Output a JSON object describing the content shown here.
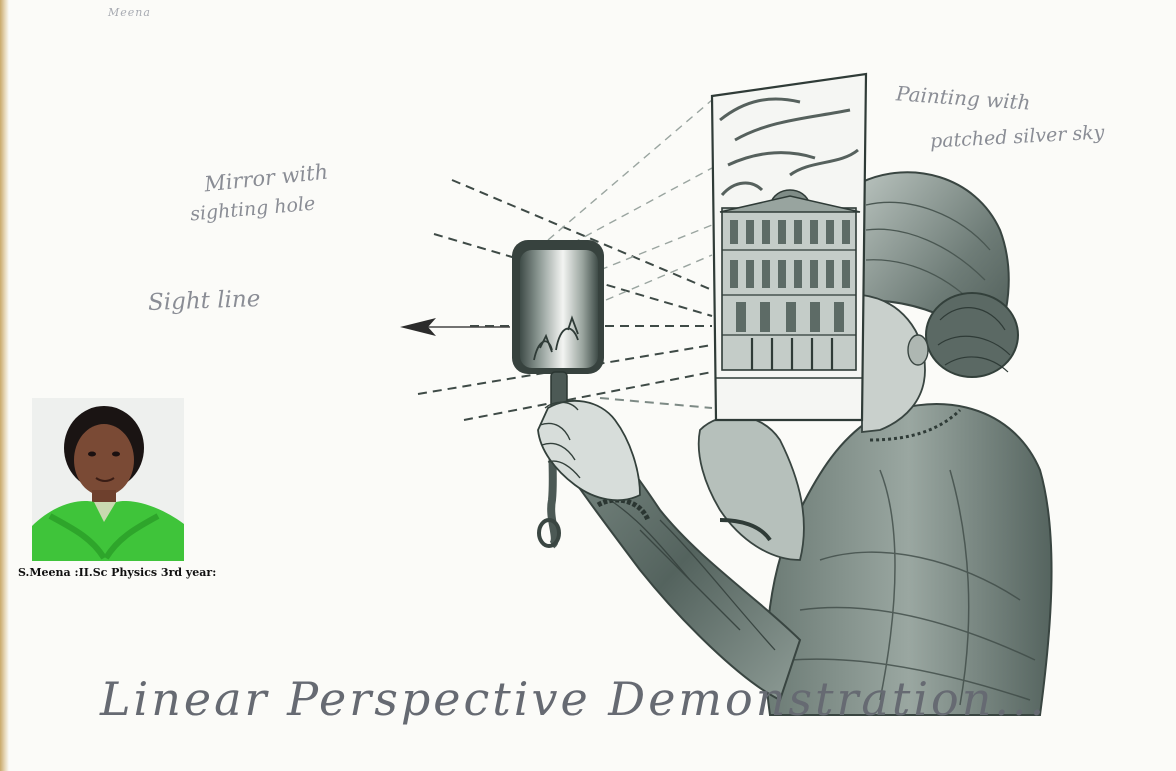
{
  "corner_note": "Meena",
  "labels": {
    "mirror_line1": "Mirror with",
    "mirror_line2": "sighting hole",
    "sight": "Sight line",
    "painting_line1": "Painting with",
    "painting_line2": "patched silver sky"
  },
  "title": "Linear Perspective Demonstration...",
  "photo": {
    "caption": "S.Meena :II.Sc Physics 3rd year:"
  },
  "colors": {
    "paper": "#fbfbf8",
    "pencil": "#4a5a55",
    "shade": "#6e7f79",
    "kurta": "#3fc43a",
    "skin": "#7a4a35"
  }
}
